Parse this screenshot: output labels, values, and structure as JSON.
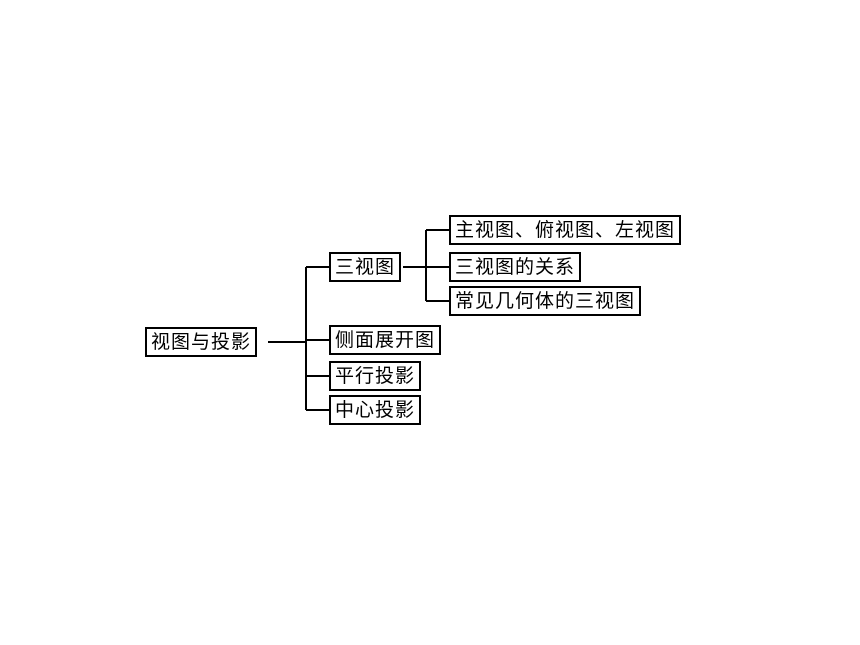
{
  "root": {
    "label": "视图与投影"
  },
  "level1": [
    {
      "label": "三视图"
    },
    {
      "label": "侧面展开图"
    },
    {
      "label": "平行投影"
    },
    {
      "label": "中心投影"
    }
  ],
  "level2": [
    {
      "label": "主视图、俯视图、左视图"
    },
    {
      "label": "三视图的关系"
    },
    {
      "label": "常见几何体的三视图"
    }
  ]
}
